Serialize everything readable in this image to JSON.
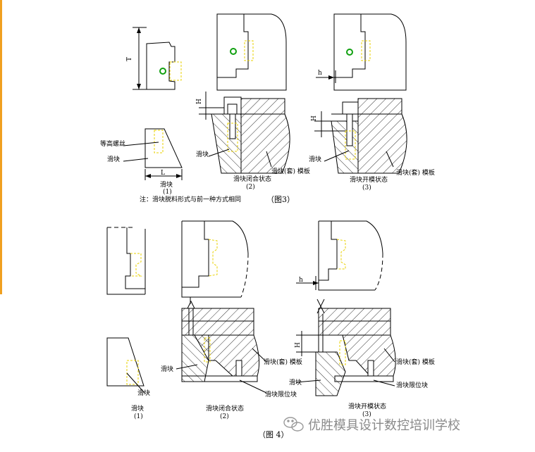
{
  "figure3": {
    "dim_T": "T",
    "dim_H_closed": "H",
    "dim_H_open": "H",
    "dim_h": "h",
    "dim_L": "L",
    "label_screw": "等高螺丝",
    "label_slider_1": "滑块",
    "label_slider_2": "滑块",
    "label_slider_3": "滑块",
    "label_plate_2": "滑块(套) 模板",
    "label_plate_3": "滑块(套) 模板",
    "caption_1": "滑块",
    "caption_1_num": "(1)",
    "caption_2": "滑块闭合状态",
    "caption_2_num": "(2)",
    "caption_3": "滑块开模状态",
    "caption_3_num": "(3)",
    "note": "注：滑块脱料形式与前一种方式相同",
    "title": "（图3）"
  },
  "figure4": {
    "dim_h": "h",
    "dim_H": "H",
    "label_slider_1": "滑块",
    "label_slider_2": "滑块",
    "label_slider_3": "滑块",
    "label_plate_2": "滑块(套) 模板",
    "label_plate_3": "滑块(套) 模板",
    "label_stop_2": "滑块限位块",
    "label_stop_3": "滑块限位块",
    "caption_1": "滑块",
    "caption_1_num": "(1)",
    "caption_2": "滑块闭合状态",
    "caption_2_num": "(2)",
    "caption_3": "滑块开模状态",
    "caption_3_num": "(3)",
    "title": "（图 4）"
  },
  "watermark": {
    "icon": "wechat-icon",
    "text": "优胜模具设计数控培训学校"
  },
  "colors": {
    "accent": "#f0a020",
    "line": "#000000",
    "highlight": "#e8d000",
    "pin": "#10a010"
  }
}
